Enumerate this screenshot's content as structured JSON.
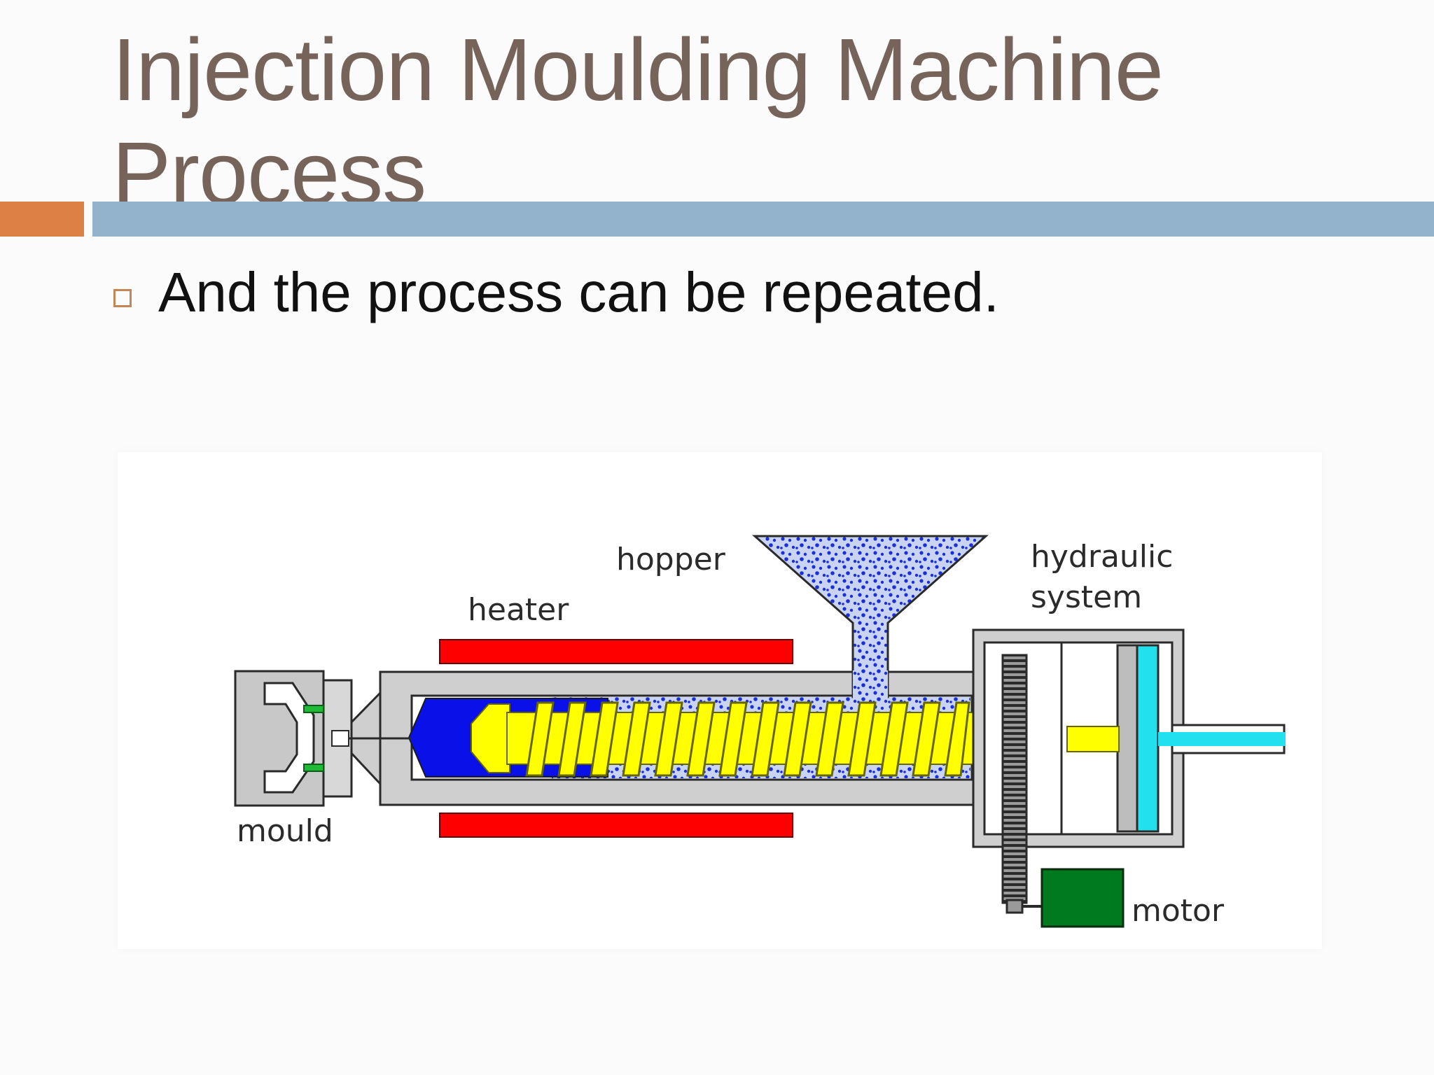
{
  "slide": {
    "title": "Injection Moulding Machine Process",
    "bullet": "And the process can be repeated."
  },
  "diagram": {
    "labels": {
      "hopper": "hopper",
      "heater": "heater",
      "hydraulic_line1": "hydraulic",
      "hydraulic_line2": "system",
      "mould": "mould",
      "motor": "motor"
    }
  },
  "colors": {
    "title": "#76635a",
    "accent_bar": "#dc8046",
    "main_bar": "#93b3cd",
    "heater": "#ff0000",
    "screw": "#ffff00",
    "melt": "#0000ff",
    "motor": "#007a1e",
    "hydraulic_fluid": "#22e0ee"
  }
}
